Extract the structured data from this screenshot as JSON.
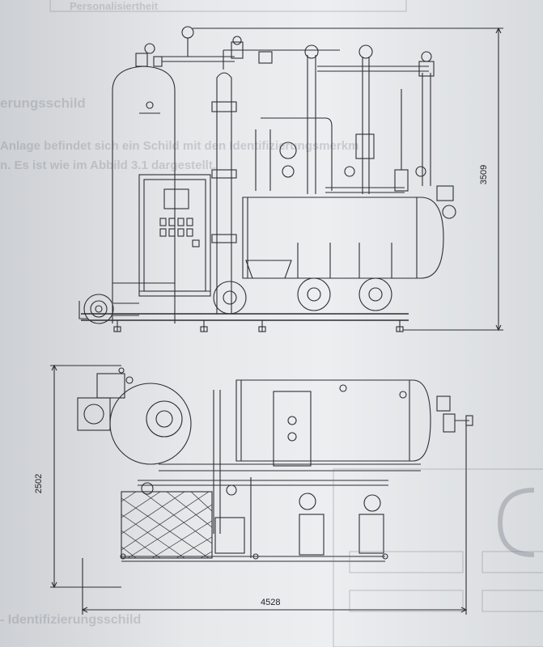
{
  "drawing": {
    "side_view": {
      "height_dim": "3509"
    },
    "top_view": {
      "depth_dim": "2502",
      "width_dim": "4528"
    }
  },
  "background_text": {
    "heading_fragment": "erungsschild",
    "line1": "Anlage befindet sich ein Schild mit den Identifizierungsmerkm",
    "line2": "n. Es ist wie im Abbild 3.1 dargestellt.",
    "footer": "- Identifizierungsschild",
    "top_box": "Personalisiertheit"
  },
  "colors": {
    "ink": "#2b2e33",
    "paper": "#eceef0"
  }
}
